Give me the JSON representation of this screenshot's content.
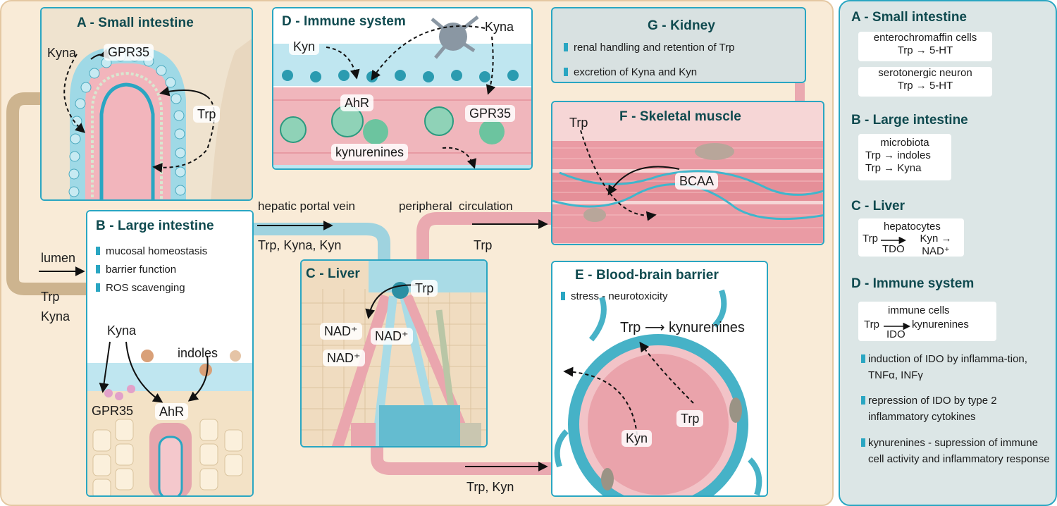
{
  "panels": {
    "A": {
      "title": "A - Small intestine",
      "labels": {
        "kyna": "Kyna",
        "gpr35": "GPR35",
        "trp": "Trp"
      }
    },
    "B": {
      "title": "B - Large intestine",
      "bullets": [
        "mucosal homeostasis",
        "barrier function",
        "ROS scavenging"
      ],
      "labels": {
        "kyna": "Kyna",
        "indoles": "indoles",
        "gpr35": "GPR35",
        "ahr": "AhR"
      }
    },
    "C": {
      "title": "C - Liver",
      "labels": {
        "trp": "Trp",
        "nad1": "NAD⁺",
        "nad2": "NAD⁺",
        "nad3": "NAD⁺"
      }
    },
    "D": {
      "title": "D - Immune system",
      "labels": {
        "kyn": "Kyn",
        "kyna": "Kyna",
        "ahr": "AhR",
        "gpr35": "GPR35",
        "kynurenines": "kynurenines"
      }
    },
    "E": {
      "title": "E - Blood-brain barrier",
      "bullets": [
        "stress - neurotoxicity"
      ],
      "labels": {
        "trp_kyn": "Trp ⟶ kynurenines",
        "kyn": "Kyn",
        "trp": "Trp"
      }
    },
    "F": {
      "title": "F - Skeletal muscle",
      "labels": {
        "trp": "Trp",
        "bcaa": "BCAA"
      }
    },
    "G": {
      "title": "G - Kidney",
      "bullets": [
        "renal handling and retention of Trp",
        "excretion of Kyna and Kyn"
      ]
    }
  },
  "flows": {
    "lumen": "lumen",
    "lumen_trp": "Trp",
    "lumen_kyna": "Kyna",
    "portal": "hepatic portal vein",
    "portal_cargo": "Trp, Kyna, Kyn",
    "peripheral": "peripheral  circulation",
    "peripheral_cargo": "Trp",
    "bottom_cargo": "Trp, Kyn"
  },
  "sidebar": {
    "A": {
      "heading": "A - Small intestine",
      "box1_l1": "enterochromaffin cells",
      "box1_l2": "Trp → 5-HT",
      "box2_l1": "serotonergic neuron",
      "box2_l2": "Trp → 5-HT"
    },
    "B": {
      "heading": "B - Large intestine",
      "l1": "microbiota",
      "l2": "Trp → indoles",
      "l3": "Trp → Kyna"
    },
    "C": {
      "heading": "C - Liver",
      "top": "hepatocytes",
      "left": "Trp",
      "mid": "Kyn → NAD⁺",
      "bottom": "TDO"
    },
    "D": {
      "heading": "D - Immune system",
      "top": "immune cells",
      "left": "Trp",
      "mid": "kynurenines",
      "bottom": "IDO",
      "bullets": [
        "induction of IDO by inflamma-tion, TNFα, INFγ",
        "repression of IDO by type 2 inflammatory cytokines",
        "kynurenines - supression of immune cell activity and inflammatory response"
      ]
    }
  },
  "colors": {
    "accent": "#2aa6c2",
    "title": "#0f4a4f",
    "background": "#f9ebd7",
    "sidebar_bg": "#dce6e6",
    "vessel_pink": "#e89aa3",
    "vessel_tan": "#cdb48f"
  }
}
